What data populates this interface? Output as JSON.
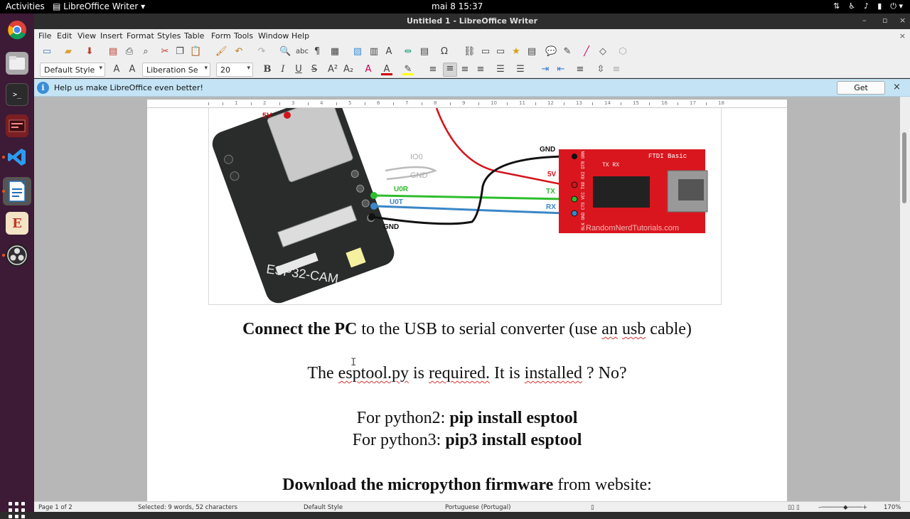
{
  "topbar": {
    "activities": "Activities",
    "app_name": "LibreOffice Writer",
    "app_arrow": "▾",
    "clock": "mai 8  15:37",
    "tray_icons": [
      "network-icon",
      "accessibility-icon",
      "volume-icon",
      "battery-icon",
      "power-icon"
    ]
  },
  "dock": {
    "apps": [
      "chrome-icon",
      "files-icon",
      "terminal-icon",
      "settings-icon",
      "vscode-icon",
      "writer-icon",
      "eagle-icon",
      "obs-icon"
    ],
    "eagle_label": "E"
  },
  "window": {
    "title": "Untitled 1 - LibreOffice Writer",
    "minimize": "–",
    "restore": "▫",
    "close": "×"
  },
  "menubar": {
    "items": [
      "File",
      "Edit",
      "View",
      "Insert",
      "Format",
      "Styles",
      "Table",
      "Form",
      "Tools",
      "Window",
      "Help"
    ],
    "close_doc": "×"
  },
  "formatting": {
    "paragraph_style": "Default Style",
    "font_name": "Liberation Se",
    "font_size": "20"
  },
  "infobar": {
    "icon": "i",
    "message": "Help us make LibreOffice even better!",
    "button": "Get involved",
    "close": "×"
  },
  "ruler": {
    "labels": [
      "1",
      "2",
      "3",
      "4",
      "5",
      "6",
      "7",
      "8",
      "9",
      "10",
      "11",
      "12",
      "13",
      "14",
      "15",
      "16",
      "17",
      "18"
    ]
  },
  "diagram": {
    "board_label": "ESP32-CAM",
    "pin_5v": "5V",
    "pin_io0": "IO0",
    "pin_gnd_1": "GND",
    "pin_u0r": "U0R",
    "pin_u0t": "U0T",
    "pin_gnd_2": "GND",
    "ftdi_gnd": "GND",
    "ftdi_5v": "5V",
    "ftdi_tx": "TX",
    "ftdi_rx": "RX",
    "ftdi_title": "FTDI Basic",
    "ftdi_txrx": "TX  RX",
    "ftdi_pins": "BLK GND CTS VCC TXO RXI DTR GRN",
    "watermark": "RandomNerdTutorials.com"
  },
  "document": {
    "line1_bold": "Connect the PC",
    "line1_text": " to the USB to serial converter (use ",
    "line1_sq1": "an",
    "line1_space": " ",
    "line1_sq2": "usb",
    "line1_end": " cable)",
    "line2_a": "The ",
    "line2_sq1": "esptool.py",
    "line2_b": " is ",
    "line2_sq2": "required.",
    "line2_c": " It is ",
    "line2_sq3": "installed",
    "line2_d": " ? No?",
    "line3_text": "For python2: ",
    "line3_bold": "pip install esptool",
    "line4_text": "For python3: ",
    "line4_bold": "pip3 install esptool",
    "line5_bold": "Download the micropython firmware",
    "line5_text": " from website:"
  },
  "statusbar": {
    "page": "Page 1 of 2",
    "selection": "Selected: 9 words, 52 characters",
    "style": "Default Style",
    "language": "Portuguese (Portugal)",
    "zoom": "170%"
  }
}
